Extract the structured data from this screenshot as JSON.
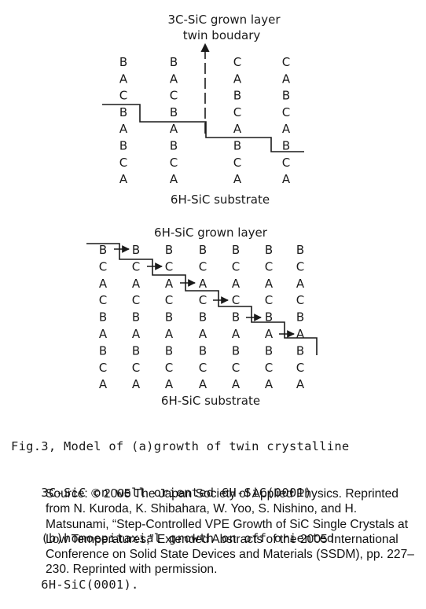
{
  "figure_a": {
    "title_line1": "3C-SiC grown layer",
    "title_line2": "twin boudary",
    "substrate_label": "6H-SiC substrate",
    "columns": [
      [
        "B",
        "A",
        "C",
        "B",
        "A",
        "B",
        "C",
        "A"
      ],
      [
        "B",
        "A",
        "C",
        "B",
        "A",
        "B",
        "C",
        "A"
      ],
      [
        "C",
        "A",
        "B",
        "C",
        "A",
        "B",
        "C",
        "A"
      ],
      [
        "C",
        "A",
        "B",
        "C",
        "A",
        "B",
        "C",
        "A"
      ]
    ]
  },
  "figure_b": {
    "title": "6H-SiC grown layer",
    "substrate_label": "6H-SiC substrate",
    "columns": [
      [
        "B",
        "C",
        "A",
        "C",
        "B",
        "A",
        "B",
        "C",
        "A"
      ],
      [
        "B",
        "C",
        "A",
        "C",
        "B",
        "A",
        "B",
        "C",
        "A"
      ],
      [
        "B",
        "C",
        "A",
        "C",
        "B",
        "A",
        "B",
        "C",
        "A"
      ],
      [
        "B",
        "C",
        "A",
        "C",
        "B",
        "A",
        "B",
        "C",
        "A"
      ],
      [
        "B",
        "C",
        "A",
        "C",
        "B",
        "A",
        "B",
        "C",
        "A"
      ],
      [
        "B",
        "C",
        "A",
        "C",
        "B",
        "A",
        "B",
        "C",
        "A"
      ],
      [
        "B",
        "C",
        "A",
        "C",
        "B",
        "A",
        "B",
        "C",
        "A"
      ]
    ]
  },
  "caption": {
    "line1": "Fig.3, Model of (a)growth of twin crystalline",
    "line2": "    3C-SiC on well oriented 6H-SiC(0001)",
    "line3": "    (b)homoepitaxial growth on off oriented",
    "line4": "    6H-SiC(0001)."
  },
  "source": "Source: © 2005 The Japan Society of Applied Physics. Reprinted from N. Kuroda, K. Shibahara, W. Yoo, S. Nishino, and H. Matsunami, “Step-Controlled VPE Growth of SiC Single Crystals at Low Temperatures,” Extended Abstracts of the 2005 International Conference on Solid State Devices and Materials (SSDM), pp. 227–230. Reprinted with permission."
}
